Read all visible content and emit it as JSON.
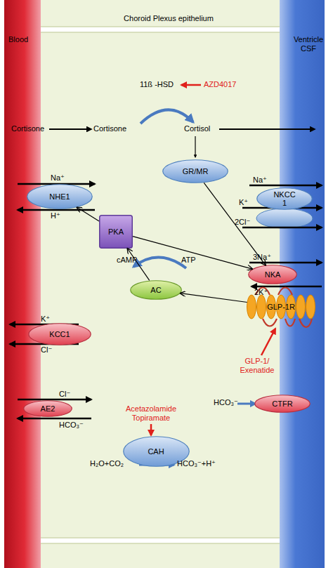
{
  "diagram": {
    "nodes": [
      {
        "text": [
          "GR/MR"
        ]
      },
      {
        "text": [
          "NKCC 1"
        ]
      },
      {
        "text": [
          "NHE1"
        ]
      },
      {
        "text": [
          "PKA"
        ]
      },
      {
        "text": [
          "NKA"
        ]
      },
      {
        "text": [
          "AC"
        ]
      },
      {
        "text": [
          "GLP-1R"
        ]
      },
      {
        "text": [
          "KCC1"
        ]
      },
      {
        "text": [
          "AE2"
        ]
      },
      {
        "text": [
          "CTFR"
        ]
      },
      {
        "text": [
          "CAH"
        ]
      }
    ],
    "edges": [
      {
        "from": 0,
        "to": 4,
        "arrow": "to"
      },
      {
        "from": 3,
        "to": 2,
        "arrow": "to"
      },
      {
        "from": 3,
        "to": 4,
        "arrow": "to"
      },
      {
        "from": 5,
        "to": 3,
        "arrow": "to"
      },
      {
        "from": 6,
        "to": 5,
        "arrow": "to"
      }
    ],
    "labels": [
      "Choroid Plexus epithelium",
      "Blood",
      "Ventricle CSF",
      "11ß -HSD",
      "AZD4017",
      "Cortisone",
      "Cortisone",
      "Cortisol",
      "Na⁺",
      "H⁺",
      "Na⁺",
      "K⁺",
      "2Cl⁻",
      "3Na⁺",
      "2K⁺",
      "ATP",
      "cAMP",
      "K⁺",
      "Cl⁻",
      "GLP-1/ Exenatide",
      "Cl⁻",
      "HCO₃⁻",
      "Acetazolamide Topiramate",
      "HCO₃⁻",
      "H₂O+CO₂",
      "HCO₃⁻+H⁺"
    ]
  }
}
